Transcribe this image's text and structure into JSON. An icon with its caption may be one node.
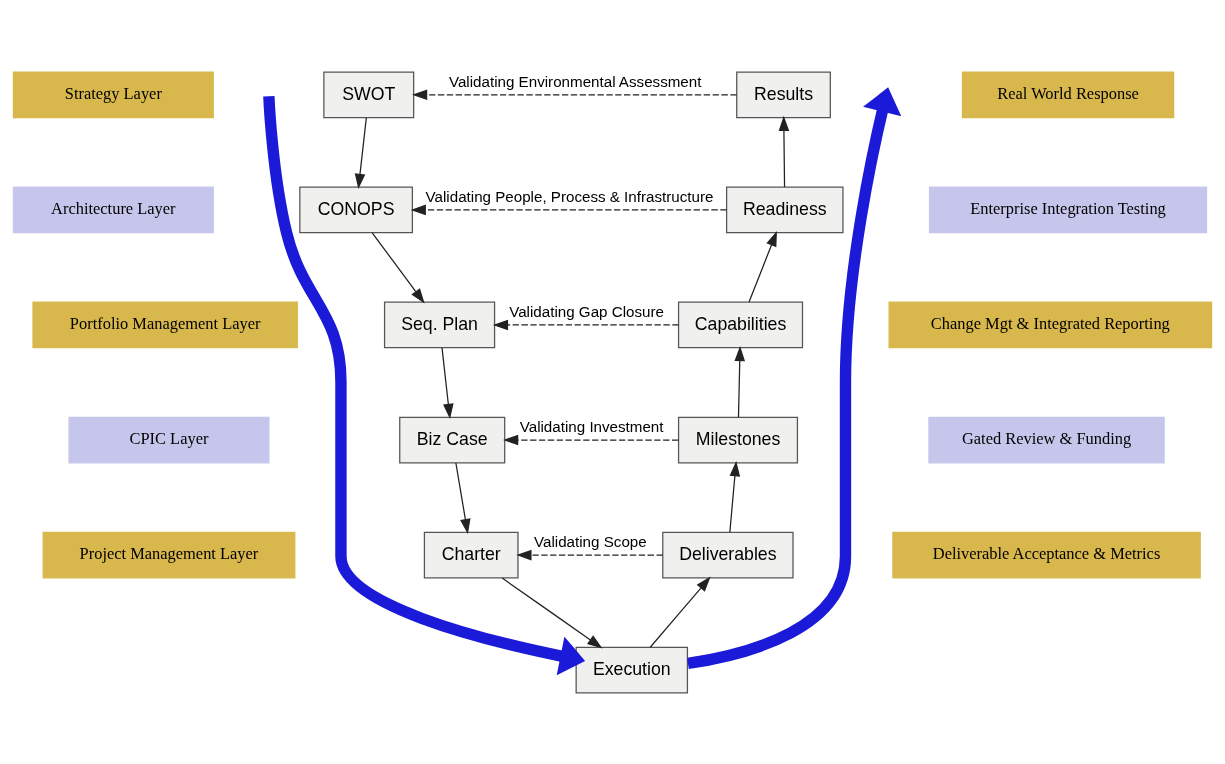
{
  "diagram": {
    "nodes": [
      {
        "text": [
          "SWOT"
        ]
      },
      {
        "text": [
          "CONOPS"
        ]
      },
      {
        "text": [
          "Seq. Plan"
        ]
      },
      {
        "text": [
          "Biz Case"
        ]
      },
      {
        "text": [
          "Charter"
        ]
      },
      {
        "text": [
          "Execution"
        ]
      },
      {
        "text": [
          "Deliverables"
        ]
      },
      {
        "text": [
          "Milestones"
        ]
      },
      {
        "text": [
          "Capabilities"
        ]
      },
      {
        "text": [
          "Readiness"
        ]
      },
      {
        "text": [
          "Results"
        ]
      }
    ],
    "edges": [
      {
        "from": null,
        "to": 5,
        "arrow": "to",
        "style": "thick",
        "color": "#1a1ad8"
      },
      {
        "from": 5,
        "to": null,
        "arrow": "to",
        "style": "thick",
        "color": "#1a1ad8"
      },
      {
        "from": 0,
        "to": 1,
        "arrow": "to"
      },
      {
        "from": 1,
        "to": 2,
        "arrow": "to"
      },
      {
        "from": 2,
        "to": 3,
        "arrow": "to"
      },
      {
        "from": 3,
        "to": 4,
        "arrow": "to"
      },
      {
        "from": 4,
        "to": 5,
        "arrow": "to"
      },
      {
        "from": 5,
        "to": 6,
        "arrow": "to"
      },
      {
        "from": 6,
        "to": 7,
        "arrow": "to"
      },
      {
        "from": 7,
        "to": 8,
        "arrow": "to"
      },
      {
        "from": 8,
        "to": 9,
        "arrow": "to"
      },
      {
        "from": 9,
        "to": 10,
        "arrow": "to"
      },
      {
        "from": 10,
        "to": 0,
        "arrow": "to",
        "style": "dashed",
        "label": "Validating Environmental Assessment"
      },
      {
        "from": 9,
        "to": 1,
        "arrow": "to",
        "style": "dashed",
        "label": "Validating People, Process & Infrastructure"
      },
      {
        "from": 8,
        "to": 2,
        "arrow": "to",
        "style": "dashed",
        "label": "Validating Gap Closure"
      },
      {
        "from": 7,
        "to": 3,
        "arrow": "to",
        "style": "dashed",
        "label": "Validating Investment"
      },
      {
        "from": 6,
        "to": 4,
        "arrow": "to",
        "style": "dashed",
        "label": "Validating Scope"
      }
    ],
    "labels": [
      "Strategy Layer",
      "Real World Response",
      "Architecture Layer",
      "Enterprise Integration Testing",
      "Portfolio Management Layer",
      "Change Mgt & Integrated Reporting",
      "CPIC Layer",
      "Gated Review & Funding",
      "Project Management Layer",
      "Deliverable Acceptance & Metrics"
    ]
  }
}
